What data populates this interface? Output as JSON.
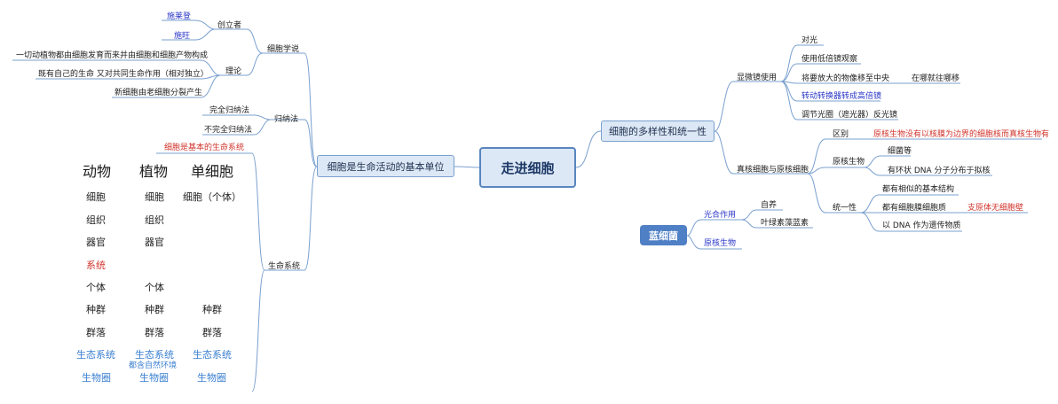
{
  "central": "走进细胞",
  "left_branch": {
    "title": "细胞是生命活动的基本单位",
    "cell_theory": {
      "title": "细胞学说",
      "founders": {
        "title": "创立者",
        "names": [
          "施莱登",
          "施旺"
        ]
      },
      "theory": {
        "title": "理论",
        "points": [
          "一切动植物都由细胞发育而来并由细胞和细胞产物构成",
          "既有自己的生命 又对共同生命作用（相对独立）",
          "新细胞由老细胞分裂产生"
        ]
      }
    },
    "induction": {
      "title": "归纳法",
      "items": [
        "完全归纳法",
        "不完全归纳法"
      ]
    },
    "life_system": {
      "title": "生命系统",
      "basic": "细胞是基本的生命系统",
      "headers": [
        "动物",
        "植物",
        "单细胞"
      ],
      "animal": [
        "细胞",
        "组织",
        "器官",
        "系统",
        "个体",
        "种群",
        "群落",
        "生态系统",
        "生物圈"
      ],
      "plant": [
        "细胞",
        "组织",
        "器官",
        "个体",
        "种群",
        "群落",
        "生态系统",
        "生物圈"
      ],
      "single": [
        "细胞（个体）",
        "种群",
        "群落",
        "生态系统",
        "生物圈"
      ],
      "note": "都含自然环境"
    }
  },
  "right_branch": {
    "title": "细胞的多样性和统一性",
    "microscope": {
      "title": "显微镜使用",
      "steps": [
        "对光",
        "使用低倍镜观察",
        "将要放大的物像移至中央",
        "转动转换器转成高倍镜",
        "调节光圈（遮光器）反光镜"
      ],
      "move_note": "在哪就往哪移"
    },
    "pro_eu": {
      "title": "真核细胞与原核细胞",
      "difference": {
        "title": "区别",
        "text": "原核生物没有以核膜为边界的细胞核而真核生物有"
      },
      "prokaryote": {
        "title": "原核生物",
        "items": [
          "细菌等",
          "有环状 DNA 分子分布于拟核"
        ]
      },
      "unity": {
        "title": "统一性",
        "items": [
          "都有相似的基本结构",
          "都有细胞膜细胞质",
          "以 DNA 作为遗传物质"
        ],
        "note": "支原体无细胞壁"
      }
    }
  },
  "cyanobacteria": {
    "title": "蓝细菌",
    "photo": {
      "title": "光合作用",
      "items": [
        "自养",
        "叶绿素藻蓝素"
      ]
    },
    "prokaryote": "原核生物"
  }
}
